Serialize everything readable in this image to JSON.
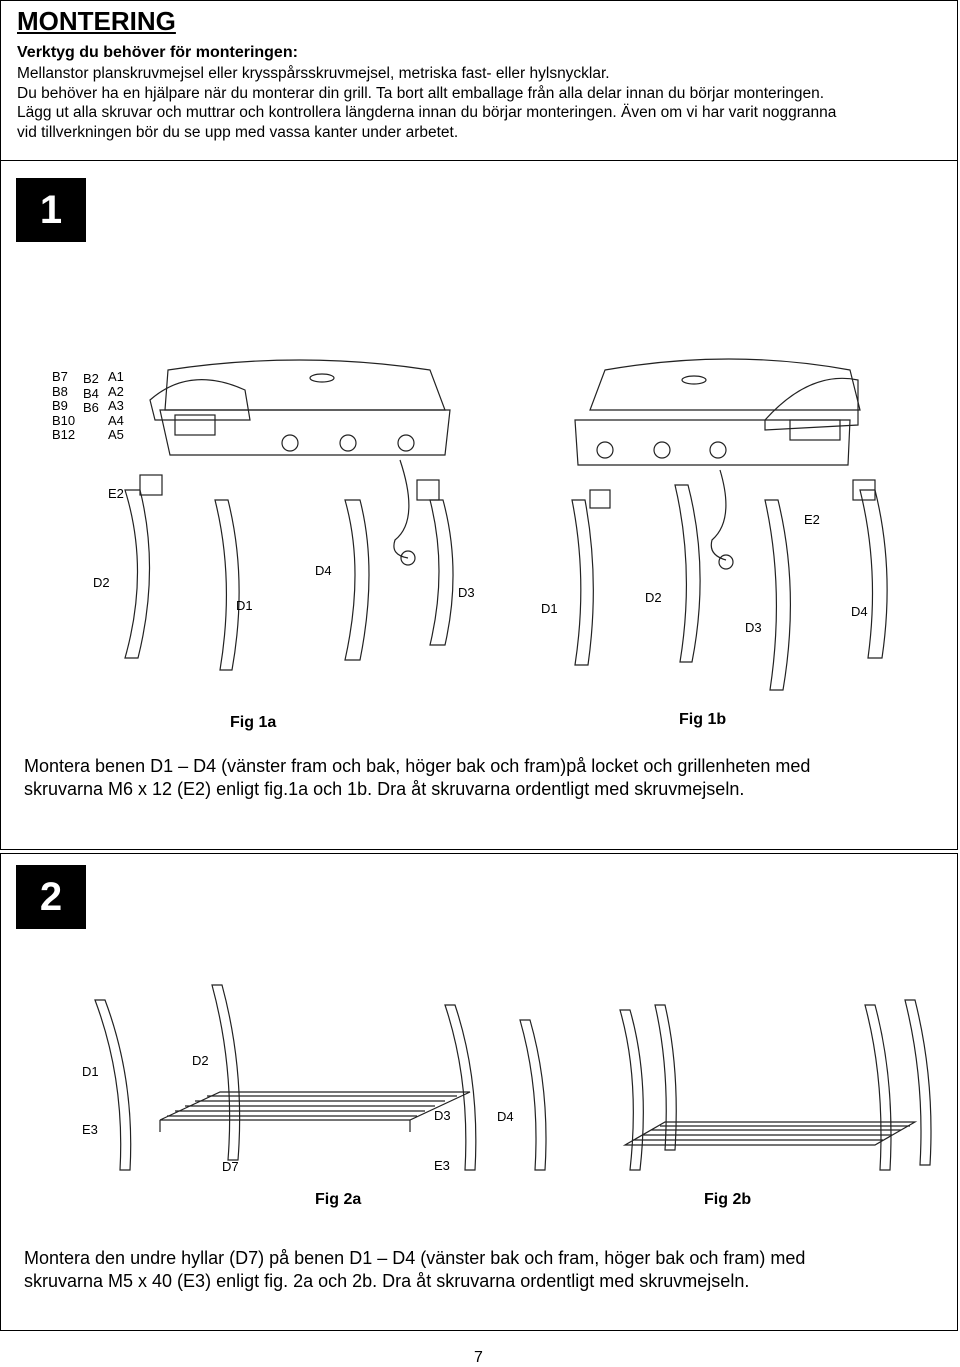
{
  "header": {
    "title": "MONTERING",
    "subtitle": "Verktyg du behöver för monteringen:",
    "lines": [
      "Mellanstor planskruvmejsel eller krysspårsskruvmejsel, metriska fast- eller hylsnycklar.",
      "Du behöver ha en hjälpare när du monterar din grill. Ta bort allt emballage från alla delar innan du börjar monteringen.",
      "Lägg ut alla skruvar och muttrar och kontrollera längderna innan du börjar monteringen. Även om vi har varit noggranna",
      "vid tillverkningen bör du se upp med vassa kanter under arbetet."
    ]
  },
  "step1": {
    "number": "1",
    "parts_col1": [
      "B7",
      "B8",
      "B9",
      "B10",
      "B12"
    ],
    "parts_col2": [
      "B2",
      "B4",
      "B6"
    ],
    "parts_col3": [
      "A1",
      "A2",
      "A3",
      "A4",
      "A5"
    ],
    "labels_a": {
      "e2": "E2",
      "d2": "D2",
      "d1": "D1",
      "d4": "D4",
      "d3": "D3"
    },
    "labels_b": {
      "e2": "E2",
      "d1": "D1",
      "d2": "D2",
      "d3": "D3",
      "d4": "D4"
    },
    "fig_a": "Fig 1a",
    "fig_b": "Fig 1b",
    "text": [
      "Montera benen D1 – D4 (vänster fram och bak, höger bak och fram)på locket och grillenheten med",
      "skruvarna M6 x 12 (E2) enligt fig.1a och 1b. Dra åt skruvarna ordentligt med skruvmejseln."
    ]
  },
  "step2": {
    "number": "2",
    "labels": {
      "d1": "D1",
      "d2": "D2",
      "e3a": "E3",
      "d7": "D7",
      "d3": "D3",
      "d4": "D4",
      "e3b": "E3"
    },
    "fig_a": "Fig 2a",
    "fig_b": "Fig 2b",
    "text": [
      "Montera den undre hyllar (D7) på benen D1 – D4 (vänster bak och fram, höger bak och fram) med",
      "skruvarna M5 x 40 (E3) enligt fig. 2a och 2b. Dra åt skruvarna ordentligt med skruvmejseln."
    ]
  },
  "footer": {
    "page_number": "7"
  }
}
